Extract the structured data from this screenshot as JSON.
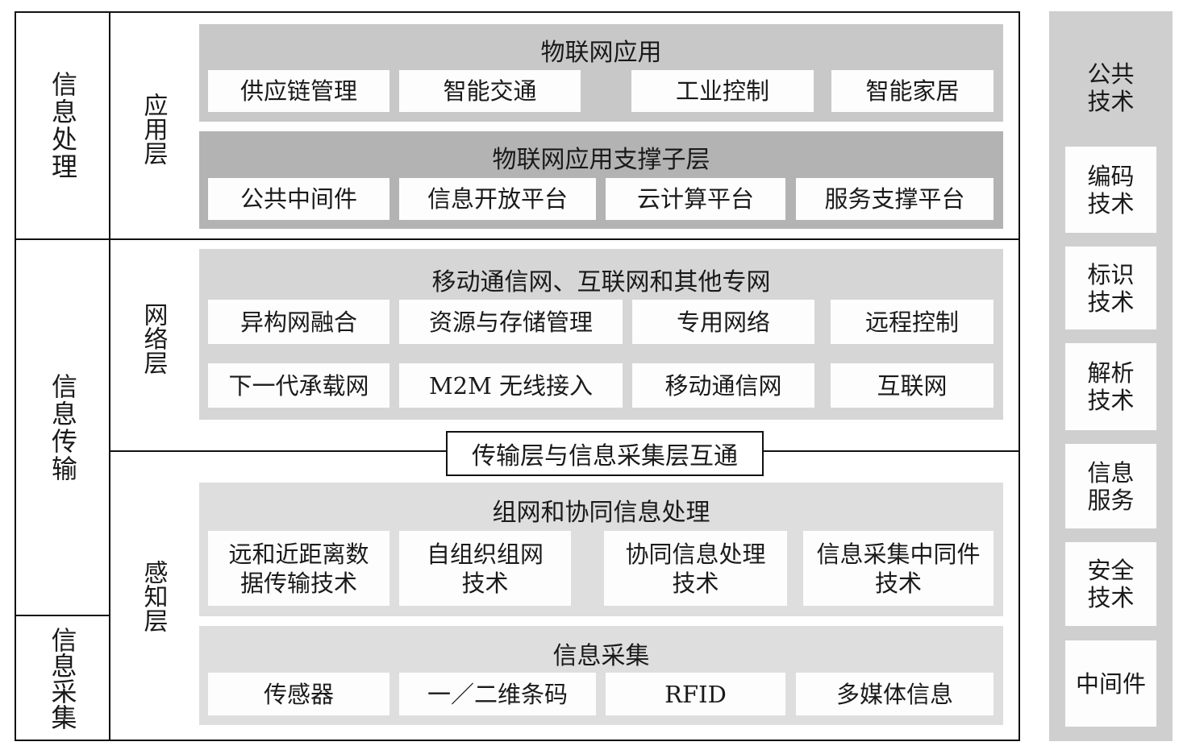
{
  "left_column": {
    "info_processing": "信息处理",
    "info_transmission": "信息传输",
    "info_collection": "信息采集"
  },
  "layers": {
    "application": "应用层",
    "network": "网络层",
    "perception": "感知层"
  },
  "application": {
    "iot_apps": {
      "title": "物联网应用",
      "items": [
        "供应链管理",
        "智能交通",
        "工业控制",
        "智能家居"
      ]
    },
    "support": {
      "title": "物联网应用支撑子层",
      "items": [
        "公共中间件",
        "信息开放平台",
        "云计算平台",
        "服务支撑平台"
      ]
    }
  },
  "network": {
    "title": "移动通信网、互联网和其他专网",
    "row1": [
      "异构网融合",
      "资源与存储管理",
      "专用网络",
      "远程控制"
    ],
    "row2": [
      "下一代承载网",
      "M2M 无线接入",
      "移动通信网",
      "互联网"
    ]
  },
  "bridge": "传输层与信息采集层互通",
  "perception": {
    "networking": {
      "title": "组网和协同信息处理",
      "items": [
        "远和近距离数\n据传输技术",
        "自组织组网\n技术",
        "协同信息处理\n技术",
        "信息采集中同件\n技术"
      ]
    },
    "collection": {
      "title": "信息采集",
      "items": [
        "传感器",
        "一／二维条码",
        "RFID",
        "多媒体信息"
      ]
    }
  },
  "sidebar": {
    "header": "公共\n技术",
    "items": [
      "编码\n技术",
      "标识\n技术",
      "解析\n技术",
      "信息\n服务",
      "安全\n技术",
      "中间件"
    ]
  }
}
